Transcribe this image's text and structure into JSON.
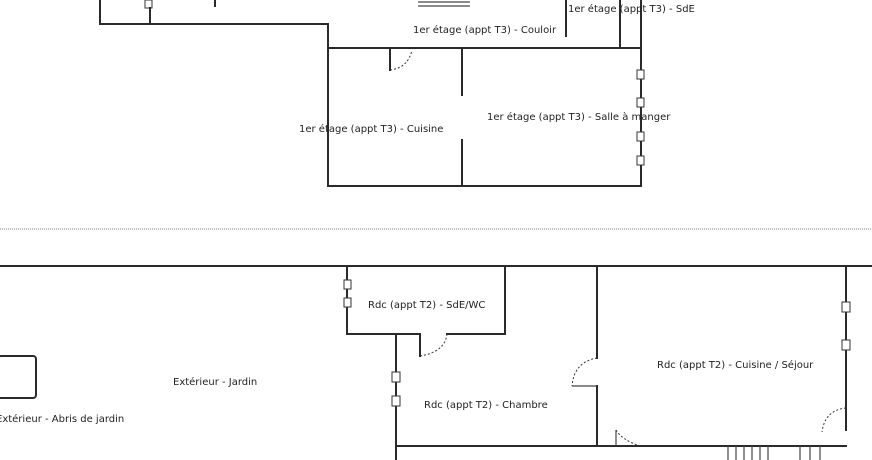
{
  "labels": {
    "upper_sdE": "1er étage (appt T3) - SdE",
    "upper_couloir": "1er étage (appt T3) - Couloir",
    "upper_cuisine": "1er étage (appt T3) - Cuisine",
    "upper_salle": "1er étage (appt T3) - Salle à manger",
    "rdc_sde_wc": "Rdc (appt T2) - SdE/WC",
    "rdc_cuisine_sejour": "Rdc (appt T2) - Cuisine / Séjour",
    "exterieur_jardin": "Extérieur - Jardin",
    "rdc_chambre": "Rdc (appt T2) - Chambre",
    "exterieur_abris": "Extérieur - Abris de jardin"
  }
}
